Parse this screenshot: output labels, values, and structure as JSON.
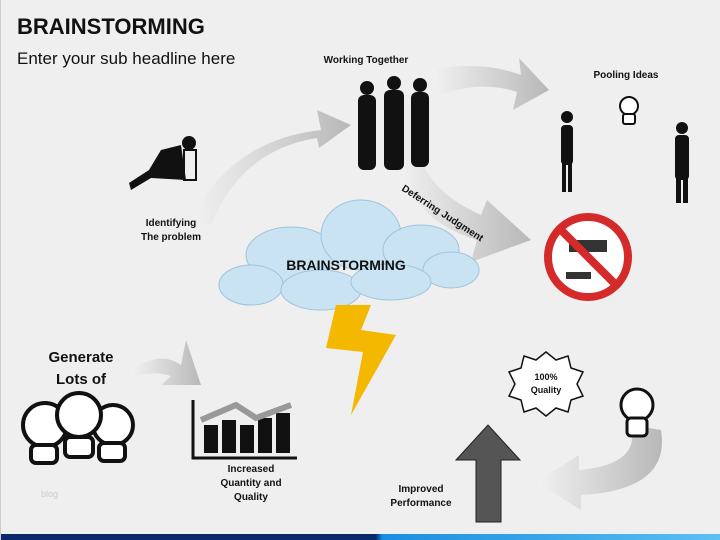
{
  "header": {
    "title": "BRAINSTORMING",
    "subtitle": "Enter your sub headline here"
  },
  "labels": {
    "working_together": "Working Together",
    "pooling_ideas": "Pooling Ideas",
    "identifying_1": "Identifying",
    "identifying_2": "The problem",
    "deferring": "Deferring Judgment",
    "center": "BRAINSTORMING",
    "generate_1": "Generate",
    "generate_2": "Lots of",
    "increased_1": "Increased",
    "increased_2": "Quantity and",
    "increased_3": "Quality",
    "quality_badge_1": "100%",
    "quality_badge_2": "Quality",
    "improved_1": "Improved",
    "improved_2": "Performance"
  },
  "watermark": "blog",
  "colors": {
    "cloud": "#c9e3f3",
    "bolt": "#f5b800",
    "no_sign": "#d42a2a",
    "bar_dark": "#0a2a6a",
    "bar_light": "#1a8ee0"
  }
}
